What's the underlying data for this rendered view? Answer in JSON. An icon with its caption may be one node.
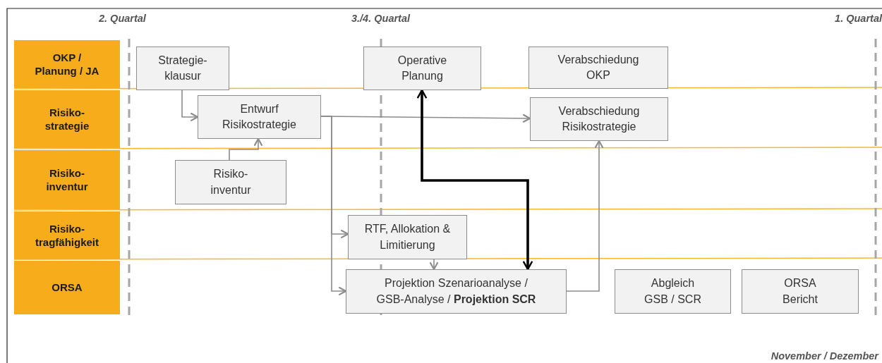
{
  "diagram": {
    "nodes": [
      {
        "text": [
          "OKP / Planung / JA"
        ]
      },
      {
        "text": [
          "Risiko- strategie"
        ]
      },
      {
        "text": [
          "Risiko- inventur"
        ]
      },
      {
        "text": [
          "Risiko- tragfähigkeit"
        ]
      },
      {
        "text": [
          "ORSA"
        ]
      },
      {
        "text": [
          "Strategie- klausur"
        ]
      },
      {
        "text": [
          "Operative Planung"
        ]
      },
      {
        "text": [
          "Verabschiedung OKP"
        ]
      },
      {
        "text": [
          "Entwurf Risikostrategie"
        ]
      },
      {
        "text": [
          "Verabschiedung Risikostrategie"
        ]
      },
      {
        "text": [
          "Risiko- inventur"
        ]
      },
      {
        "text": [
          "RTF, Allokation & Limitierung"
        ]
      },
      {
        "text": [
          "Projektion Szenarioanalyse / GSB-Analyse / **Projektion SCR**"
        ]
      },
      {
        "text": [
          "Abgleich GSB / SCR"
        ]
      },
      {
        "text": [
          "ORSA Bericht"
        ]
      }
    ],
    "edges": [
      {
        "from": 5,
        "to": 8,
        "arrow": "to"
      },
      {
        "from": 10,
        "to": 8,
        "arrow": "to"
      },
      {
        "from": 8,
        "to": 9,
        "arrow": "to"
      },
      {
        "from": 8,
        "to": 11,
        "arrow": "to"
      },
      {
        "from": 8,
        "to": 12,
        "arrow": "to"
      },
      {
        "from": 11,
        "to": 12,
        "arrow": "to"
      },
      {
        "from": 12,
        "to": 9,
        "arrow": "to"
      },
      {
        "from": 12,
        "to": 6,
        "arrow": "both",
        "style": "thick",
        "color": "#000000"
      }
    ],
    "labels": [
      "2. Quartal",
      "3./4. Quartal",
      "1. Quartal",
      "November / Dezember"
    ]
  }
}
